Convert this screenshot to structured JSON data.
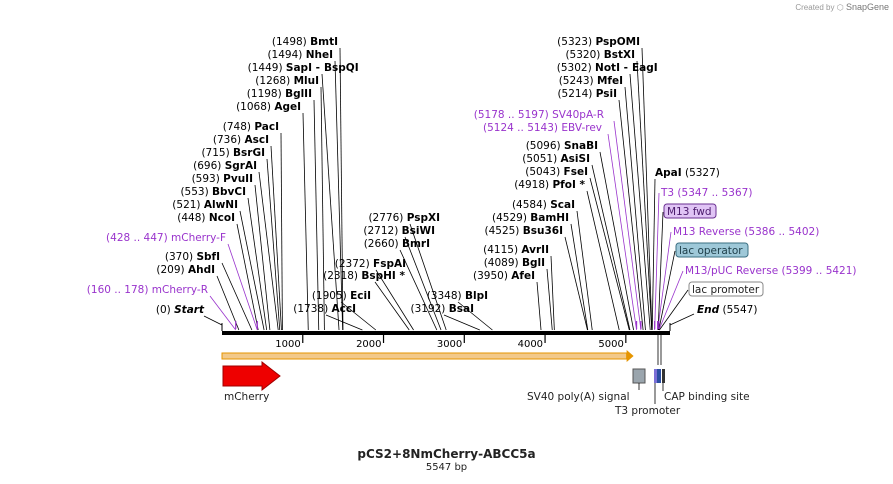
{
  "credit": {
    "prefix": "Created by",
    "brand": "SnapGene"
  },
  "plasmid": {
    "name": "pCS2+8NmCherry-ABCC5a",
    "length_label": "5547 bp",
    "length": 5547
  },
  "ends": {
    "start_label": "Start",
    "start_pos": "(0)",
    "end_label": "End",
    "end_pos": "(5547)"
  },
  "ruler": [
    {
      "pos": 1000,
      "label": "1000"
    },
    {
      "pos": 2000,
      "label": "2000"
    },
    {
      "pos": 3000,
      "label": "3000"
    },
    {
      "pos": 4000,
      "label": "4000"
    },
    {
      "pos": 5000,
      "label": "5000"
    }
  ],
  "colors": {
    "backbone": "#000000",
    "primer": "#9933cc",
    "site": "#000000",
    "mcherry": "#ee0000",
    "orf_fill": "#f2c98a",
    "orf_arrow": "#e69500",
    "polyA": "#9aa5ad",
    "t3prom": "#7b6fd6",
    "cap": "#2b4ea2"
  },
  "sites_left": [
    {
      "pos": 1498,
      "name": "BmtI"
    },
    {
      "pos": 1494,
      "name": "NheI"
    },
    {
      "pos": 1449,
      "name": "SapI",
      "extra": "BspQI"
    },
    {
      "pos": 1268,
      "name": "MluI"
    },
    {
      "pos": 1198,
      "name": "BglII"
    },
    {
      "pos": 1068,
      "name": "AgeI"
    },
    {
      "pos": 748,
      "name": "PacI"
    },
    {
      "pos": 736,
      "name": "AscI"
    },
    {
      "pos": 715,
      "name": "BsrGI"
    },
    {
      "pos": 696,
      "name": "SgrAI"
    },
    {
      "pos": 593,
      "name": "PvuII"
    },
    {
      "pos": 553,
      "name": "BbvCI"
    },
    {
      "pos": 521,
      "name": "AlwNI"
    },
    {
      "pos": 448,
      "name": "NcoI"
    },
    {
      "pos": 370,
      "name": "SbfI"
    },
    {
      "pos": 209,
      "name": "AhdI"
    }
  ],
  "sites_mid": [
    {
      "pos": 2776,
      "name": "PspXI"
    },
    {
      "pos": 2712,
      "name": "BsiWI"
    },
    {
      "pos": 2660,
      "name": "BmrI"
    },
    {
      "pos": 2372,
      "name": "FspAI"
    },
    {
      "pos": 2318,
      "name": "BspHI *"
    },
    {
      "pos": 1905,
      "name": "EciI"
    },
    {
      "pos": 1738,
      "name": "AccI"
    },
    {
      "pos": 3348,
      "name": "BlpI"
    },
    {
      "pos": 3192,
      "name": "BsaI"
    }
  ],
  "sites_right": [
    {
      "pos": 5323,
      "name": "PspOMI"
    },
    {
      "pos": 5320,
      "name": "BstXI"
    },
    {
      "pos": 5302,
      "name": "NotI",
      "extra": "EagI"
    },
    {
      "pos": 5243,
      "name": "MfeI"
    },
    {
      "pos": 5214,
      "name": "PsiI"
    },
    {
      "pos": 5096,
      "name": "SnaBI"
    },
    {
      "pos": 5051,
      "name": "AsiSI"
    },
    {
      "pos": 5043,
      "name": "FseI"
    },
    {
      "pos": 4918,
      "name": "PfoI *"
    },
    {
      "pos": 4584,
      "name": "ScaI"
    },
    {
      "pos": 4529,
      "name": "BamHI"
    },
    {
      "pos": 4525,
      "name": "Bsu36I"
    },
    {
      "pos": 4115,
      "name": "AvrII"
    },
    {
      "pos": 4089,
      "name": "BglI"
    },
    {
      "pos": 3950,
      "name": "AfeI"
    }
  ],
  "site_apa": {
    "name": "ApaI",
    "pos_label": "(5327)"
  },
  "primers_left": [
    {
      "range": "(428 .. 447)",
      "name": "mCherry-F"
    },
    {
      "range": "(160 .. 178)",
      "name": "mCherry-R"
    }
  ],
  "primers_right": [
    {
      "range": "(5178 .. 5197)",
      "name": "SV40pA-R"
    },
    {
      "range": "(5124 .. 5143)",
      "name": "EBV-rev"
    }
  ],
  "primers_far": [
    {
      "name": "T3",
      "range": "(5347 .. 5367)"
    },
    {
      "name": "M13 Reverse",
      "range": "(5386 .. 5402)"
    },
    {
      "name": "M13/pUC Reverse",
      "range": "(5399 .. 5421)"
    }
  ],
  "boxed_labels": [
    {
      "name": "M13 fwd",
      "bg": "#e0c4f5",
      "border": "#6a2f91",
      "color": "#4a1a6b"
    },
    {
      "name": "lac operator",
      "bg": "#9ec8d8",
      "border": "#3b6f82",
      "color": "#1d3d48"
    },
    {
      "name": "lac promoter",
      "bg": "#ffffff",
      "border": "#888888",
      "color": "#222222"
    }
  ],
  "features": {
    "mcherry_label": "mCherry",
    "polyA_label": "SV40 poly(A) signal",
    "t3prom_label": "T3 promoter",
    "cap_label": "CAP binding site"
  }
}
